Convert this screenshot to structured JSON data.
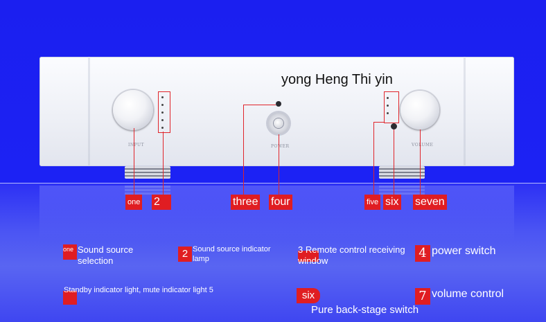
{
  "title": "yong Heng Thi yin",
  "panel": {
    "knob_left_label": "INPUT",
    "center_label": "POWER",
    "knob_right_label": "VOLUME"
  },
  "callouts": [
    "one",
    "2",
    "three",
    "four",
    "five",
    "six",
    "seven"
  ],
  "legend": {
    "item1": {
      "num": "one",
      "text_line1": "Sound source",
      "text_line2": "selection"
    },
    "item2": {
      "num": "2",
      "text_line1": "Sound source indicator",
      "text_line2": "lamp"
    },
    "item3": {
      "text_line1": "3 Remote control receiving",
      "text_line2": "window"
    },
    "item4": {
      "num": "4",
      "text": "power switch"
    },
    "item5": {
      "text": "Standby indicator light, mute indicator light 5"
    },
    "item6": {
      "num": "six",
      "text": "Pure back-stage switch"
    },
    "item7": {
      "num": "7",
      "text": "volume control"
    }
  },
  "colors": {
    "background": "#1a1ef5",
    "accent": "#e01d22"
  }
}
